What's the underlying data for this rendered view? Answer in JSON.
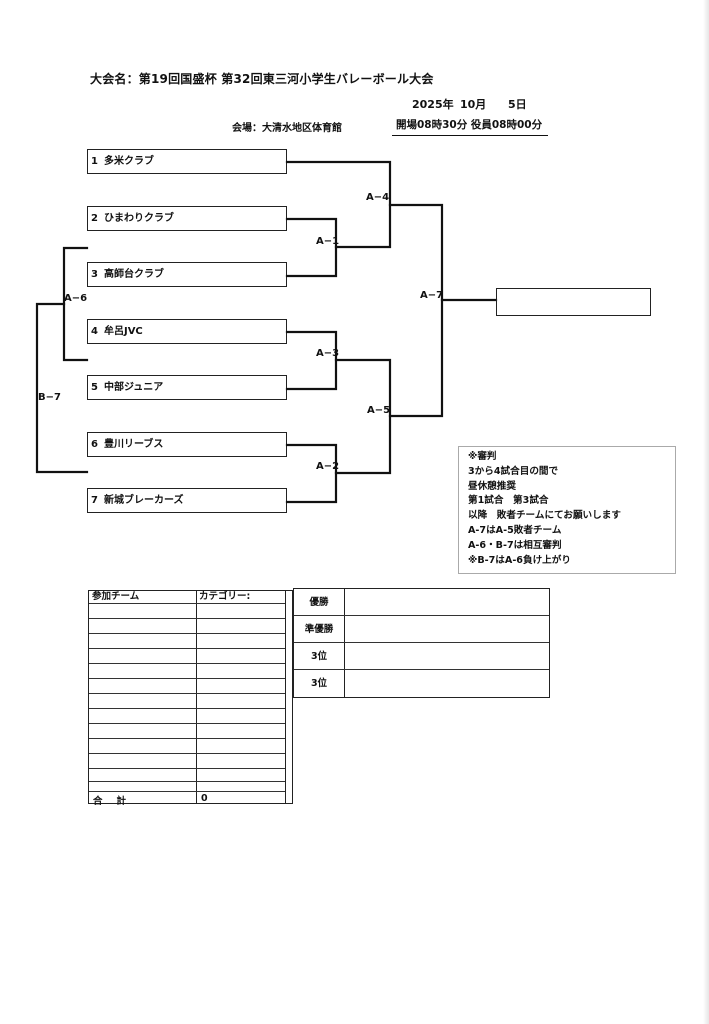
{
  "header": {
    "title": "大会名：第19回国盛杯 第32回東三河小学生バレーボール大会",
    "date_year": "2025年",
    "date_month": "10月",
    "date_day": "5日",
    "venue": "会場：大清水地区体育館",
    "times": "開場08時30分 役員08時00分"
  },
  "teams": [
    {
      "num": "1",
      "name": "多米クラブ"
    },
    {
      "num": "2",
      "name": "ひまわりクラブ"
    },
    {
      "num": "3",
      "name": "高師台クラブ"
    },
    {
      "num": "4",
      "name": "牟呂JVC"
    },
    {
      "num": "5",
      "name": "中部ジュニア"
    },
    {
      "num": "6",
      "name": "豊川リーブス"
    },
    {
      "num": "7",
      "name": "新城ブレーカーズ"
    }
  ],
  "rounds": {
    "a1": "A−1",
    "a2": "A−2",
    "a3": "A−3",
    "a4": "A−4",
    "a5": "A−5",
    "a6": "A−6",
    "a7": "A−7",
    "b7": "B−7"
  },
  "notes": [
    "※審判",
    "3から4試合目の間で",
    "昼休憩推奨",
    "第1試合　第3試合",
    "以降　敗者チームにてお願いします",
    "A-7はA-5敗者チーム",
    "A-6・B-7は相互審判",
    "※B-7はA-6負け上がり"
  ],
  "participants": {
    "header_team": "参加チーム",
    "header_category": "カテゴリー:",
    "total_label": "合計",
    "total_value": "0"
  },
  "results": [
    {
      "label": "優勝"
    },
    {
      "label": "準優勝"
    },
    {
      "label": "3位"
    },
    {
      "label": "3位"
    }
  ]
}
